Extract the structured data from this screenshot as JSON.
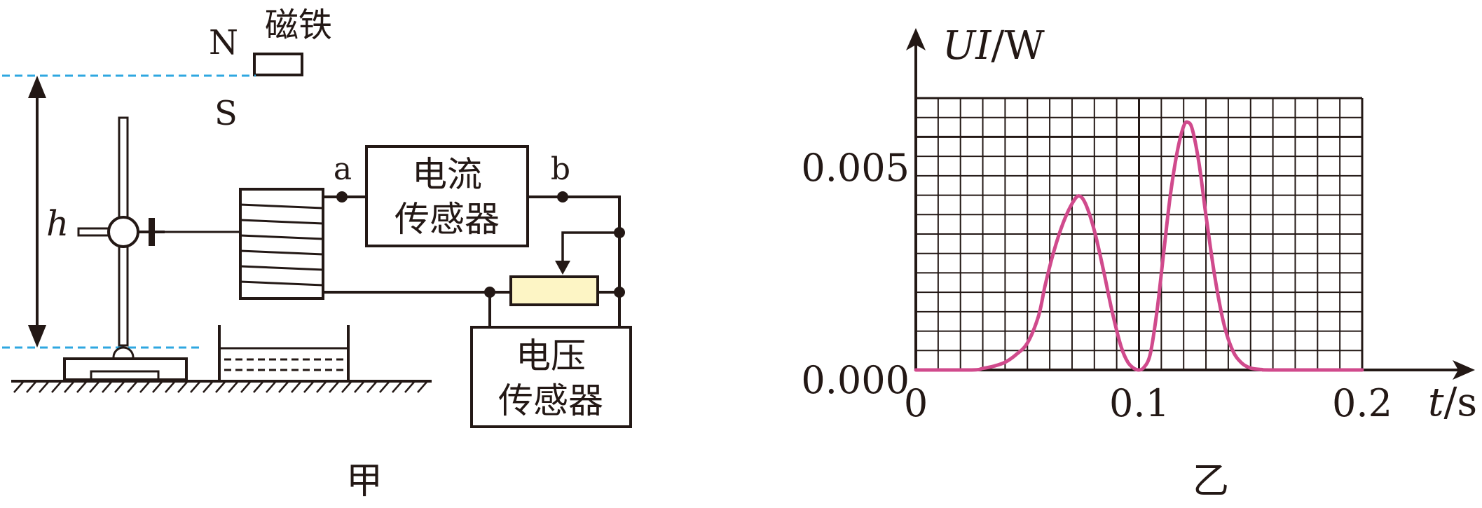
{
  "diagram": {
    "magnet": {
      "label": "磁铁",
      "north": "N",
      "south": "S"
    },
    "height_label": "h",
    "terminal_a": "a",
    "terminal_b": "b",
    "current_sensor": {
      "line1": "电流",
      "line2": "传感器"
    },
    "voltage_sensor": {
      "line1": "电压",
      "line2": "传感器"
    },
    "caption": "甲"
  },
  "chart_data": {
    "type": "line",
    "ylabel_italic": "UI",
    "ylabel_unit": "/W",
    "xlabel_italic": "t",
    "xlabel_unit": "/s",
    "x_ticks": [
      "0",
      "0.1",
      "0.2"
    ],
    "y_ticks": [
      "0.000",
      "0.005"
    ],
    "xlim": [
      0,
      0.2
    ],
    "ylim": [
      0,
      0.0072
    ],
    "grid": true,
    "series": [
      {
        "color": "#d04a8c",
        "x": [
          0,
          0.025,
          0.03,
          0.035,
          0.04,
          0.045,
          0.05,
          0.055,
          0.058,
          0.062,
          0.066,
          0.07,
          0.073,
          0.076,
          0.08,
          0.084,
          0.088,
          0.092,
          0.095,
          0.098,
          0.1,
          0.102,
          0.105,
          0.108,
          0.111,
          0.114,
          0.117,
          0.12,
          0.122,
          0.124,
          0.127,
          0.13,
          0.134,
          0.138,
          0.142,
          0.146,
          0.15,
          0.155,
          0.16,
          0.2
        ],
        "y": [
          0,
          0,
          4e-05,
          0.0001,
          0.0002,
          0.0004,
          0.0007,
          0.0014,
          0.0022,
          0.0031,
          0.0038,
          0.0043,
          0.0045,
          0.0043,
          0.0036,
          0.0026,
          0.0015,
          0.0006,
          0.0002,
          3e-05,
          0,
          5e-05,
          0.0004,
          0.0015,
          0.003,
          0.0045,
          0.0056,
          0.0063,
          0.0064,
          0.0062,
          0.0053,
          0.004,
          0.0024,
          0.0012,
          0.0005,
          0.00018,
          5e-05,
          1e-05,
          0,
          0
        ]
      }
    ]
  },
  "chart_caption": "乙"
}
